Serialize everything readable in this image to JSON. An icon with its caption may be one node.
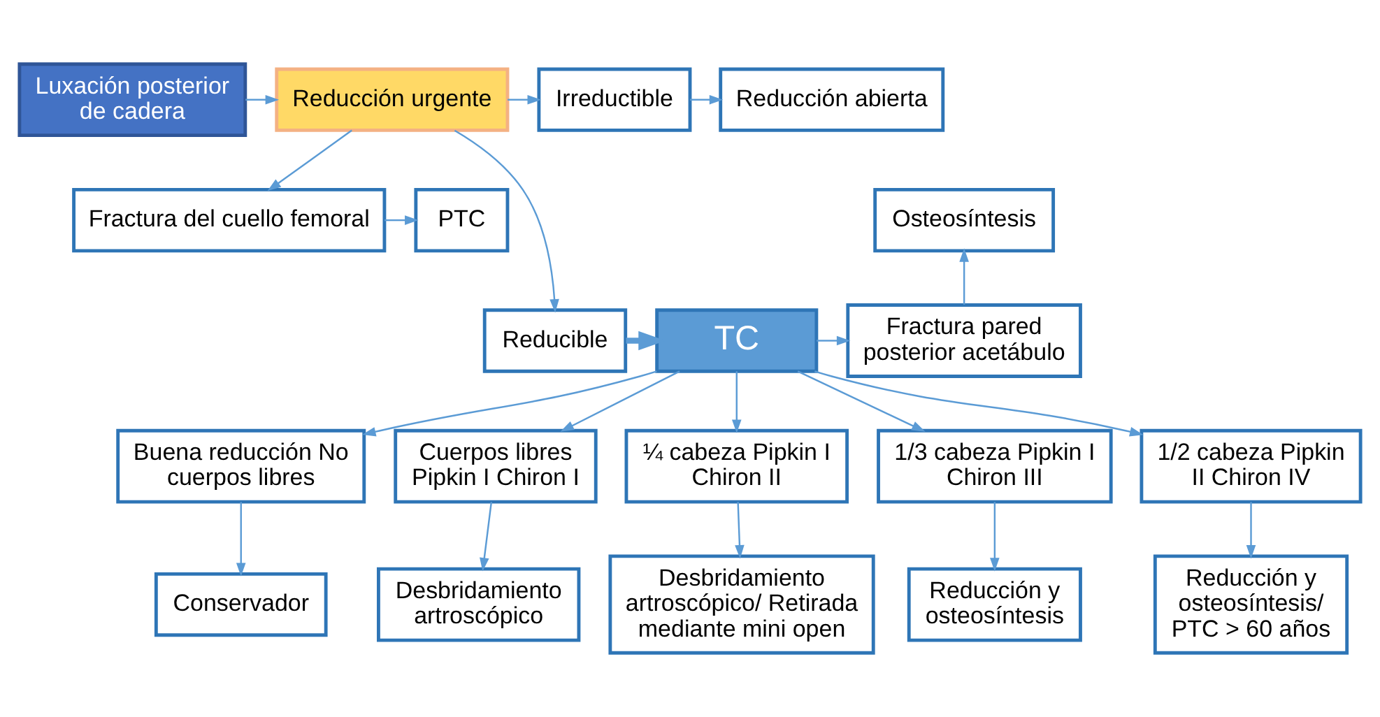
{
  "diagram": {
    "nodes": [
      {
        "text": [
          "Luxación posterior de cadera"
        ]
      },
      {
        "text": [
          "Reducción urgente"
        ]
      },
      {
        "text": [
          "Irreductible"
        ]
      },
      {
        "text": [
          "Reducción abierta"
        ]
      },
      {
        "text": [
          "Fractura del cuello femoral"
        ]
      },
      {
        "text": [
          "PTC"
        ]
      },
      {
        "text": [
          "Osteosíntesis"
        ]
      },
      {
        "text": [
          "Fractura pared posterior acetábulo"
        ]
      },
      {
        "text": [
          "TC"
        ]
      },
      {
        "text": [
          "Reducible"
        ]
      },
      {
        "text": [
          "Buena reducción No cuerpos libres"
        ]
      },
      {
        "text": [
          "Cuerpos libres Pipkin I Chiron I"
        ]
      },
      {
        "text": [
          "¼ cabeza Pipkin I Chiron II"
        ]
      },
      {
        "text": [
          "1/3 cabeza Pipkin I Chiron III"
        ]
      },
      {
        "text": [
          "1/2 cabeza Pipkin II Chiron IV"
        ]
      },
      {
        "text": [
          "Conservador"
        ]
      },
      {
        "text": [
          "Desbridamiento artroscópico"
        ]
      },
      {
        "text": [
          "Desbridamiento artroscópico/ Retirada mediante mini open"
        ]
      },
      {
        "text": [
          "Reducción y osteosíntesis"
        ]
      },
      {
        "text": [
          "Reducción y osteosíntesis/ PTC > 60 años"
        ]
      }
    ],
    "edges": [
      {
        "from": 0,
        "to": 1,
        "arrow": "to"
      },
      {
        "from": 1,
        "to": 2,
        "arrow": "to"
      },
      {
        "from": 2,
        "to": 3,
        "arrow": "to"
      },
      {
        "from": 1,
        "to": 4,
        "arrow": "to"
      },
      {
        "from": 4,
        "to": 5,
        "arrow": "to"
      },
      {
        "from": 1,
        "to": 9,
        "arrow": "to"
      },
      {
        "from": 9,
        "to": 8,
        "arrow": "to",
        "style": "thick"
      },
      {
        "from": 8,
        "to": 7,
        "arrow": "to"
      },
      {
        "from": 7,
        "to": 6,
        "arrow": "to"
      },
      {
        "from": 8,
        "to": 10,
        "arrow": "to"
      },
      {
        "from": 8,
        "to": 11,
        "arrow": "to"
      },
      {
        "from": 8,
        "to": 12,
        "arrow": "to"
      },
      {
        "from": 8,
        "to": 13,
        "arrow": "to"
      },
      {
        "from": 8,
        "to": 14,
        "arrow": "to"
      },
      {
        "from": 10,
        "to": 15,
        "arrow": "to"
      },
      {
        "from": 11,
        "to": 16,
        "arrow": "to"
      },
      {
        "from": 12,
        "to": 17,
        "arrow": "to"
      },
      {
        "from": 13,
        "to": 18,
        "arrow": "to"
      },
      {
        "from": 14,
        "to": 19,
        "arrow": "to"
      }
    ]
  }
}
